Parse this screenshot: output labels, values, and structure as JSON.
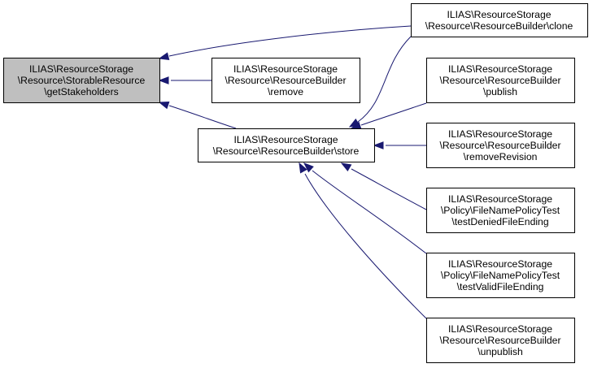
{
  "colors": {
    "focus_fill": "#bfbfbf",
    "node_fill": "#ffffff",
    "border": "#000000",
    "edge": "#191970"
  },
  "nodes": [
    {
      "id": "get_stakeholders",
      "focus": true,
      "lines": [
        "ILIAS\\ResourceStorage",
        "\\Resource\\StorableResource",
        "\\getStakeholders"
      ]
    },
    {
      "id": "clone",
      "lines": [
        "ILIAS\\ResourceStorage",
        "\\Resource\\ResourceBuilder\\clone"
      ]
    },
    {
      "id": "remove",
      "lines": [
        "ILIAS\\ResourceStorage",
        "\\Resource\\ResourceBuilder",
        "\\remove"
      ]
    },
    {
      "id": "store",
      "lines": [
        "ILIAS\\ResourceStorage",
        "\\Resource\\ResourceBuilder\\store"
      ]
    },
    {
      "id": "publish",
      "lines": [
        "ILIAS\\ResourceStorage",
        "\\Resource\\ResourceBuilder",
        "\\publish"
      ]
    },
    {
      "id": "remove_revision",
      "lines": [
        "ILIAS\\ResourceStorage",
        "\\Resource\\ResourceBuilder",
        "\\removeRevision"
      ]
    },
    {
      "id": "test_denied",
      "lines": [
        "ILIAS\\ResourceStorage",
        "\\Policy\\FileNamePolicyTest",
        "\\testDeniedFileEnding"
      ]
    },
    {
      "id": "test_valid",
      "lines": [
        "ILIAS\\ResourceStorage",
        "\\Policy\\FileNamePolicyTest",
        "\\testValidFileEnding"
      ]
    },
    {
      "id": "unpublish",
      "lines": [
        "ILIAS\\ResourceStorage",
        "\\Resource\\ResourceBuilder",
        "\\unpublish"
      ]
    }
  ],
  "edges": [
    {
      "from": "clone",
      "to": "get_stakeholders"
    },
    {
      "from": "remove",
      "to": "get_stakeholders"
    },
    {
      "from": "store",
      "to": "get_stakeholders"
    },
    {
      "from": "clone",
      "to": "store"
    },
    {
      "from": "publish",
      "to": "store"
    },
    {
      "from": "remove_revision",
      "to": "store"
    },
    {
      "from": "test_denied",
      "to": "store"
    },
    {
      "from": "test_valid",
      "to": "store"
    },
    {
      "from": "unpublish",
      "to": "store"
    }
  ]
}
